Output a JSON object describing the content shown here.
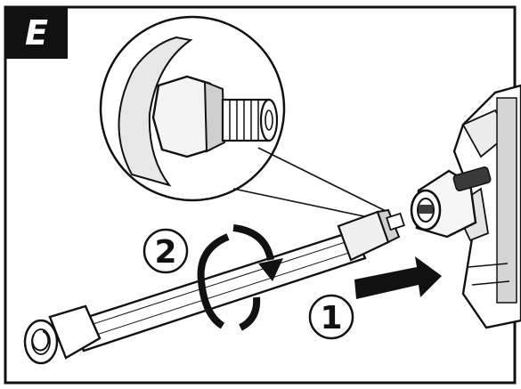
{
  "step": {
    "letter": "E"
  },
  "steps": [
    {
      "number": "1"
    },
    {
      "number": "2"
    }
  ],
  "colors": {
    "ink": "#111111",
    "paper": "#ffffff",
    "shade": "#cfcfcf",
    "dark": "#3a3a3a"
  }
}
